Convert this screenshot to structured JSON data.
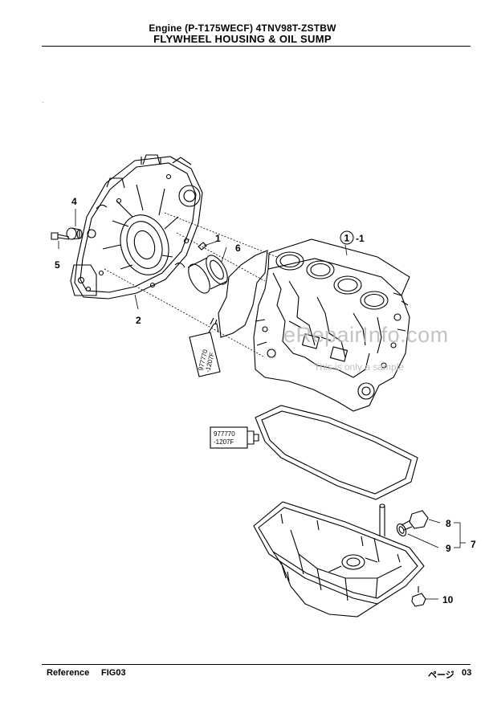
{
  "header": {
    "line1": "Engine (P-T175WECF) 4TNV98T-ZSTBW",
    "line2": "FLYWHEEL HOUSING & OIL SUMP"
  },
  "callouts": {
    "c1": "1",
    "c1_1": "1-1",
    "c2": "2",
    "c4": "4",
    "c5": "5",
    "c6": "6",
    "c7": "7",
    "c8": "8",
    "c9": "9",
    "c10": "10"
  },
  "sealant_tubes": {
    "upper_a": "977770",
    "upper_b": "-1207F",
    "lower_a": "977770",
    "lower_b": "-1207F"
  },
  "watermark": {
    "site": "eRepairInfo.com",
    "note": "This is only a sample"
  },
  "footer": {
    "reference_label": "Reference",
    "figure": "FIG03",
    "page_label": "ページ",
    "page_number": "03"
  }
}
